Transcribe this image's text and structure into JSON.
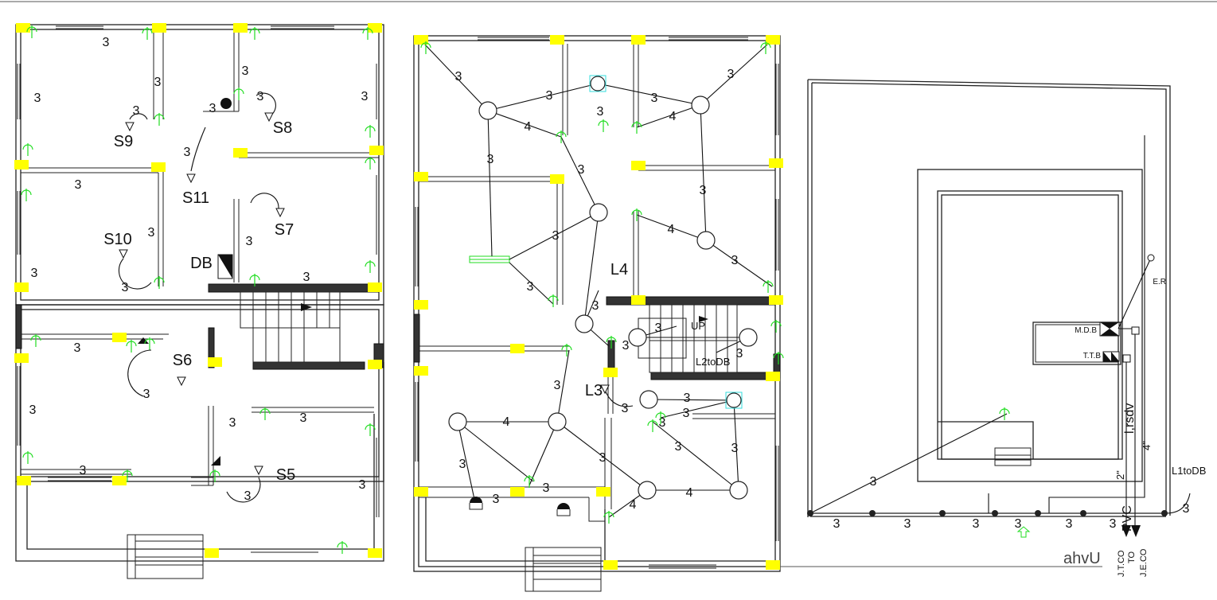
{
  "drawing": {
    "colors": {
      "column": "#ffff00",
      "switch": "#22dd22",
      "wall_hatch": "#333333",
      "fan_box": "#33dddd"
    },
    "left_plan": {
      "switch_labels": [
        "S9",
        "S8",
        "S11",
        "S10",
        "S7",
        "DB",
        "S6",
        "S5"
      ],
      "wire_counts": [
        "3",
        "3",
        "3",
        "3",
        "3",
        "3",
        "3",
        "3",
        "3",
        "3",
        "3",
        "3",
        "3",
        "3",
        "3",
        "3",
        "3",
        "3",
        "3",
        "3",
        "3",
        "3",
        "3"
      ]
    },
    "middle_plan": {
      "labels": [
        "L4",
        "L3",
        "UP",
        "L2toDB"
      ],
      "wire_counts": [
        "3",
        "3",
        "3",
        "3",
        "3",
        "3",
        "3",
        "3",
        "3",
        "3",
        "3",
        "3",
        "3",
        "3",
        "3",
        "3",
        "3",
        "3",
        "3",
        "3",
        "3",
        "3",
        "3",
        "3",
        "3",
        "3",
        "4",
        "4",
        "4",
        "4",
        "4",
        "4"
      ]
    },
    "site_plan": {
      "er": "E.R",
      "mdb": "M.D.B",
      "ttb": "T.T.B",
      "pvc": "PVC",
      "pipe_2": "2\"",
      "pipe_4": "4\"",
      "pipe_label": "l,rsdv",
      "l1todb": "L1toDB",
      "road": "ahvU",
      "jtco": "J.T.CO",
      "to": "TO",
      "jeco": "J.E.CO",
      "wire_counts": [
        "3",
        "3",
        "3",
        "3",
        "3",
        "3",
        "3",
        "3"
      ]
    }
  }
}
